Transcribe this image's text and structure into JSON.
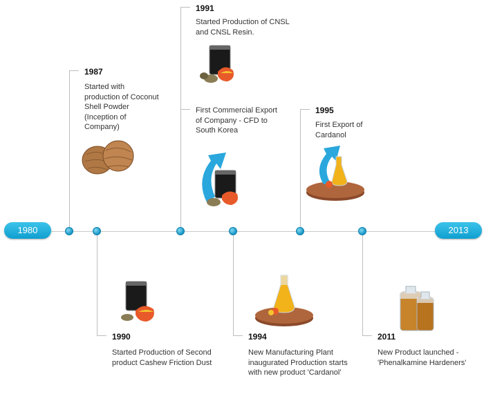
{
  "timeline": {
    "start_year": "1980",
    "end_year": "2013",
    "events": [
      {
        "year": "1987",
        "text": "Started with production of Coconut Shell Powder (Inception of Company)"
      },
      {
        "year": "1991",
        "text": "Started Production of CNSL and CNSL Resin."
      },
      {
        "year": "",
        "text": "First Commercial Export of Company - CFD to South Korea"
      },
      {
        "year": "1995",
        "text": "First Export of Cardanol"
      },
      {
        "year": "1990",
        "text": "Started Production of Second product Cashew Friction Dust"
      },
      {
        "year": "1994",
        "text": "New Manufacturing Plant inaugurated Production starts with new product 'Cardanol'"
      },
      {
        "year": "2011",
        "text": "New Product launched - 'Phenalkamine Hardeners'"
      }
    ]
  },
  "colors": {
    "accent": "#1aa9d9",
    "line": "#bdbdbd"
  }
}
